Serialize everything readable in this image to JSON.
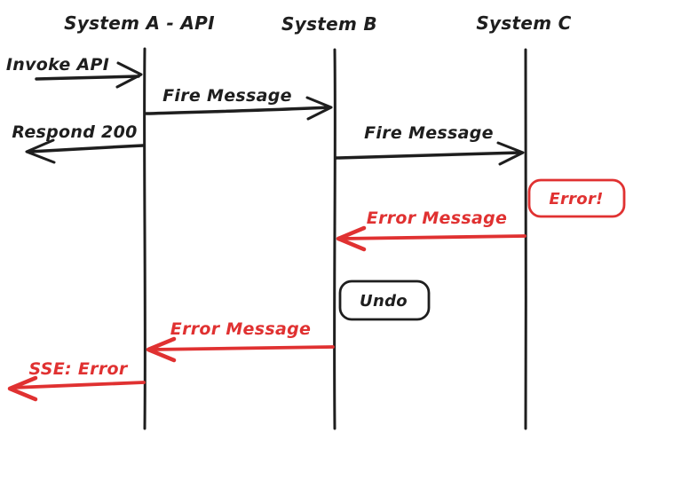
{
  "diagram": {
    "kind": "hand-drawn sequence diagram",
    "colors": {
      "ink": "#1e1e1e",
      "error": "#e03131",
      "background": "#ffffff"
    },
    "actors": [
      {
        "label": "System A - API"
      },
      {
        "label": "System B"
      },
      {
        "label": "System C"
      }
    ],
    "messages": [
      {
        "label": "Invoke API",
        "from": "outside",
        "to": "System A - API",
        "style": "black",
        "direction": "right"
      },
      {
        "label": "Fire Message",
        "from": "System A - API",
        "to": "System B",
        "style": "black",
        "direction": "right"
      },
      {
        "label": "Respond 200",
        "from": "System A - API",
        "to": "outside",
        "style": "black",
        "direction": "left"
      },
      {
        "label": "Fire Message",
        "from": "System B",
        "to": "System C",
        "style": "black",
        "direction": "right"
      },
      {
        "label": "Error Message",
        "from": "System C",
        "to": "System B",
        "style": "red",
        "direction": "left"
      },
      {
        "label": "Error Message",
        "from": "System B",
        "to": "System A - API",
        "style": "red",
        "direction": "left"
      },
      {
        "label": "SSE: Error",
        "from": "System A - API",
        "to": "outside",
        "style": "red",
        "direction": "left"
      }
    ],
    "notes": [
      {
        "label": "Error!",
        "style": "red",
        "near": "System C"
      },
      {
        "label": "Undo",
        "style": "black",
        "near": "System B"
      }
    ]
  }
}
